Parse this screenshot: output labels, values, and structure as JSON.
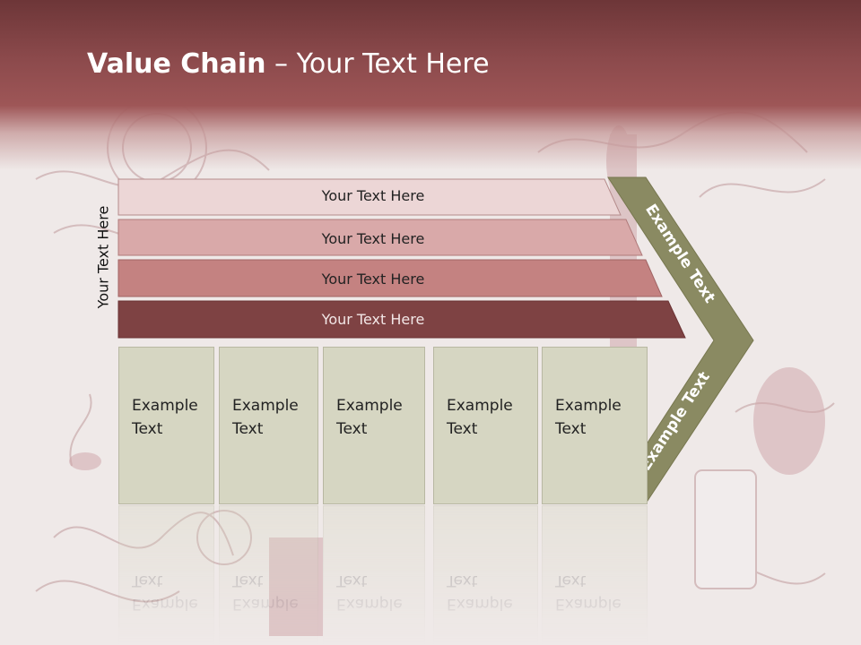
{
  "slide": {
    "title_bold": "Value Chain",
    "title_rest": " – Your Text Here",
    "side_label": "Your Text Here"
  },
  "bars": [
    {
      "label": "Your Text Here",
      "color": "#ecd6d6"
    },
    {
      "label": "Your Text Here",
      "color": "#d9a9a9"
    },
    {
      "label": "Your Text Here",
      "color": "#c48281"
    },
    {
      "label": "Your Text Here",
      "color": "#7e4243"
    }
  ],
  "boxes": [
    {
      "line1": "Example",
      "line2": "Text"
    },
    {
      "line1": "Example",
      "line2": "Text"
    },
    {
      "line1": "Example",
      "line2": "Text"
    },
    {
      "line1": "Example",
      "line2": "Text"
    },
    {
      "line1": "Example",
      "line2": "Text"
    }
  ],
  "chevron": {
    "upper_label": "Example Text",
    "lower_label": "Example Text",
    "color": "#8a8a62"
  },
  "colors": {
    "header": "#8c4a4c",
    "box_fill": "#d6d6c2",
    "background": "#efe9e8"
  }
}
